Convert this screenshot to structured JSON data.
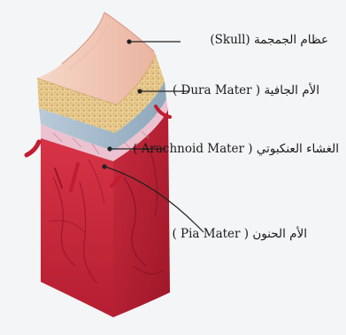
{
  "labels": {
    "skull": "عظام الجمجمة (Skull)",
    "dura": "الأم الجافية ( Dura Mater )",
    "arachnoid": "الغشاء العنكبوتي ( Arachnoid Mater )",
    "pia": "الأم الحنون ( Pia Mater )"
  },
  "colors": {
    "background": "#f4f5f6",
    "skull_top": "#f2c9b8",
    "skull_bone": "#e8c98c",
    "dura": "#9fb6c9",
    "arachnoid": "#e9b8c8",
    "pia_tissue": "#c8283a",
    "vessel": "#b8152b",
    "leader_line": "#222222"
  },
  "icons": [
    "meninges-cross-section-illustration"
  ]
}
